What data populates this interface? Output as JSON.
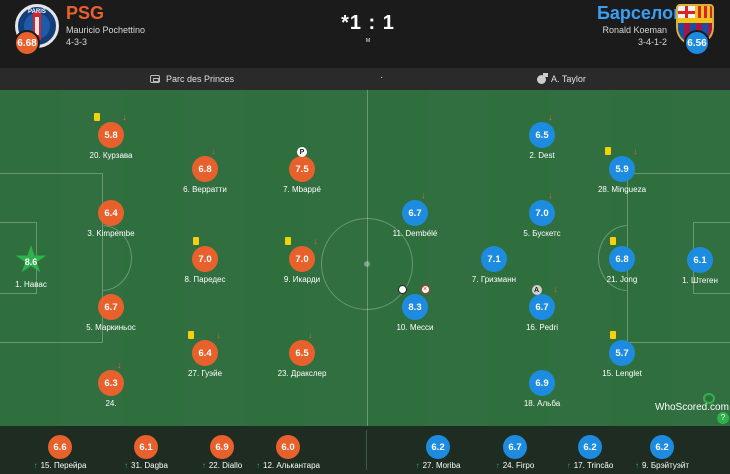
{
  "match": {
    "home": {
      "name": "PSG",
      "coach": "Mauricio Pochettino",
      "formation": "4-3-3",
      "rating": "6.68",
      "crest_text": "PARIS"
    },
    "away": {
      "name": "Барселона",
      "coach": "Ronald Koeman",
      "formation": "3-4-1-2",
      "rating": "6.56"
    },
    "score": "*1 : 1",
    "period": "м",
    "venue": "Parc des Princes",
    "separator": "·",
    "referee": "A. Taylor"
  },
  "pitch_players": [
    {
      "id": "psg-gk",
      "team": "home",
      "rating": "8.6",
      "name": "1. Навас",
      "star": true,
      "markers": []
    },
    {
      "id": "psg-kurzawa",
      "team": "home",
      "rating": "5.8",
      "name": "20. Курзава",
      "markers": [
        "yellow-card",
        "sub-off"
      ]
    },
    {
      "id": "psg-kimpembe",
      "team": "home",
      "rating": "6.4",
      "name": "3. Kimpembe",
      "markers": []
    },
    {
      "id": "psg-marquinhos",
      "team": "home",
      "rating": "6.7",
      "name": "5. Маркиньос",
      "markers": []
    },
    {
      "id": "psg-24",
      "team": "home",
      "rating": "6.3",
      "name": "24.",
      "markers": [
        "sub-off"
      ]
    },
    {
      "id": "psg-verratti",
      "team": "home",
      "rating": "6.8",
      "name": "6. Верратти",
      "markers": [
        "sub-off"
      ]
    },
    {
      "id": "psg-paredes",
      "team": "home",
      "rating": "7.0",
      "name": "8. Паредес",
      "markers": [
        "yellow-card"
      ]
    },
    {
      "id": "psg-gueye",
      "team": "home",
      "rating": "6.4",
      "name": "27. Гуэйе",
      "markers": [
        "yellow-card",
        "sub-off"
      ]
    },
    {
      "id": "psg-mbappe",
      "team": "home",
      "rating": "7.5",
      "name": "7. Mbappé",
      "markers": [
        "penalty-goal"
      ]
    },
    {
      "id": "psg-icardi",
      "team": "home",
      "rating": "7.0",
      "name": "9. Икарди",
      "markers": [
        "yellow-card",
        "sub-off"
      ]
    },
    {
      "id": "psg-draxler",
      "team": "home",
      "rating": "6.5",
      "name": "23. Дракслер",
      "markers": [
        "sub-off"
      ]
    },
    {
      "id": "bar-dembele",
      "team": "away",
      "rating": "6.7",
      "name": "11. Dembélé",
      "markers": [
        "sub-off"
      ]
    },
    {
      "id": "bar-messi",
      "team": "away",
      "rating": "8.3",
      "name": "10. Месси",
      "markers": [
        "goal",
        "missed-penalty"
      ]
    },
    {
      "id": "bar-griezmann",
      "team": "away",
      "rating": "7.1",
      "name": "7. Гризманн",
      "markers": []
    },
    {
      "id": "bar-dest",
      "team": "away",
      "rating": "6.5",
      "name": "2. Dest",
      "markers": [
        "sub-off"
      ]
    },
    {
      "id": "bar-busquets",
      "team": "away",
      "rating": "7.0",
      "name": "5. Бускетс",
      "markers": [
        "sub-off"
      ]
    },
    {
      "id": "bar-pedri",
      "team": "away",
      "rating": "6.7",
      "name": "16. Pedri",
      "markers": [
        "assist",
        "sub-off"
      ]
    },
    {
      "id": "bar-alba",
      "team": "away",
      "rating": "6.9",
      "name": "18. Альба",
      "markers": []
    },
    {
      "id": "bar-mingueza",
      "team": "away",
      "rating": "5.9",
      "name": "28. Mingueza",
      "markers": [
        "yellow-card",
        "sub-off"
      ]
    },
    {
      "id": "bar-jong",
      "team": "away",
      "rating": "6.8",
      "name": "21. Jong",
      "markers": [
        "yellow-card"
      ]
    },
    {
      "id": "bar-lenglet",
      "team": "away",
      "rating": "5.7",
      "name": "15. Lenglet",
      "markers": [
        "yellow-card"
      ]
    },
    {
      "id": "bar-gk",
      "team": "away",
      "rating": "6.1",
      "name": "1. Штеген",
      "markers": []
    }
  ],
  "bench": [
    {
      "team": "home",
      "rating": "6.6",
      "name": "15. Перейра"
    },
    {
      "team": "home",
      "rating": "6.1",
      "name": "31. Dagba"
    },
    {
      "team": "home",
      "rating": "6.9",
      "name": "22. Diallo"
    },
    {
      "team": "home",
      "rating": "6.0",
      "name": "12. Алькантара"
    },
    {
      "team": "away",
      "rating": "6.2",
      "name": "27. Moriba"
    },
    {
      "team": "away",
      "rating": "6.7",
      "name": "24. Firpo"
    },
    {
      "team": "away",
      "rating": "6.2",
      "name": "17. Trincão"
    },
    {
      "team": "away",
      "rating": "6.2",
      "name": "9. Брэйтуэйт"
    }
  ],
  "branding": {
    "whoscored": "WhoScored.com"
  },
  "colors": {
    "home": "#e8612c",
    "away": "#1d8ce0",
    "star": "#2fb14c",
    "yellow_card": "#f3d20a"
  }
}
